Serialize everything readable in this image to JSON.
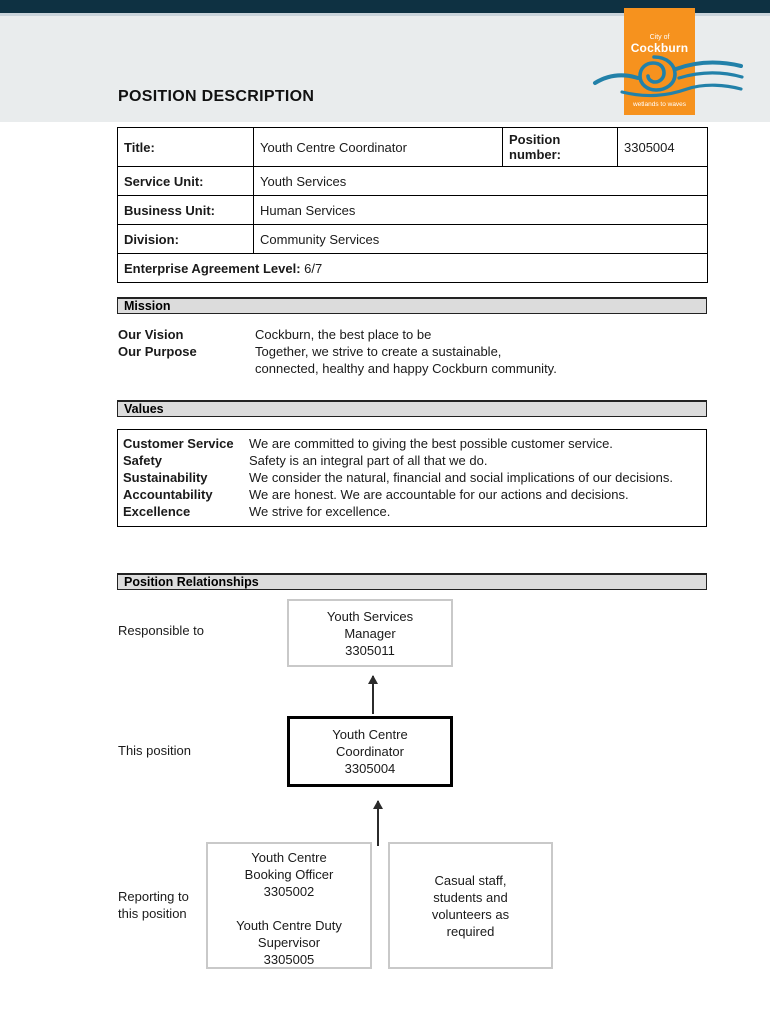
{
  "page": {
    "title": "POSITION DESCRIPTION"
  },
  "logo": {
    "city_of": "City of",
    "name": "Cockburn",
    "tagline": "wetlands to waves",
    "orange": "#f6921e",
    "wave_blue": "#2281a9"
  },
  "colors": {
    "top_bar_navy": "#0e3142",
    "header_band": "#e9eced",
    "section_bar_gray": "#dcdcdc",
    "box_border_gray": "#c9c9c9"
  },
  "info_table": {
    "title_label": "Title:",
    "title_value": "Youth Centre Coordinator",
    "position_number_label": "Position number:",
    "position_number_value": "3305004",
    "service_unit_label": "Service Unit:",
    "service_unit_value": "Youth Services",
    "business_unit_label": "Business Unit:",
    "business_unit_value": "Human Services",
    "division_label": "Division:",
    "division_value": "Community Services",
    "ea_label": "Enterprise Agreement Level:",
    "ea_value": "6/7"
  },
  "sections": {
    "mission": "Mission",
    "values": "Values",
    "relationships": "Position Relationships"
  },
  "mission": {
    "rows": [
      {
        "label": "Our Vision",
        "text": "Cockburn, the best place to be"
      },
      {
        "label": "Our Purpose",
        "text": "Together, we strive to create a sustainable,\nconnected, healthy and happy Cockburn community."
      }
    ]
  },
  "values": {
    "rows": [
      {
        "label": "Customer Service",
        "text": "We are committed to giving the best possible customer service."
      },
      {
        "label": "Safety",
        "text": "Safety is an integral part of all that we do."
      },
      {
        "label": "Sustainability",
        "text": "We consider the natural, financial and social implications of our decisions."
      },
      {
        "label": "Accountability",
        "text": "We are honest. We are accountable for our actions and decisions."
      },
      {
        "label": "Excellence",
        "text": "We strive for excellence."
      }
    ]
  },
  "org_chart": {
    "responsible_to_label": "Responsible to",
    "this_position_label": "This position",
    "reporting_label": "Reporting to this position",
    "manager_box": "Youth Services\nManager\n3305011",
    "position_box": "Youth Centre\nCoordinator\n3305004",
    "reports_box": "Youth Centre\nBooking Officer\n3305002\n\nYouth Centre Duty\nSupervisor\n3305005",
    "casual_box": "Casual staff,\nstudents and\nvolunteers as\nrequired"
  }
}
